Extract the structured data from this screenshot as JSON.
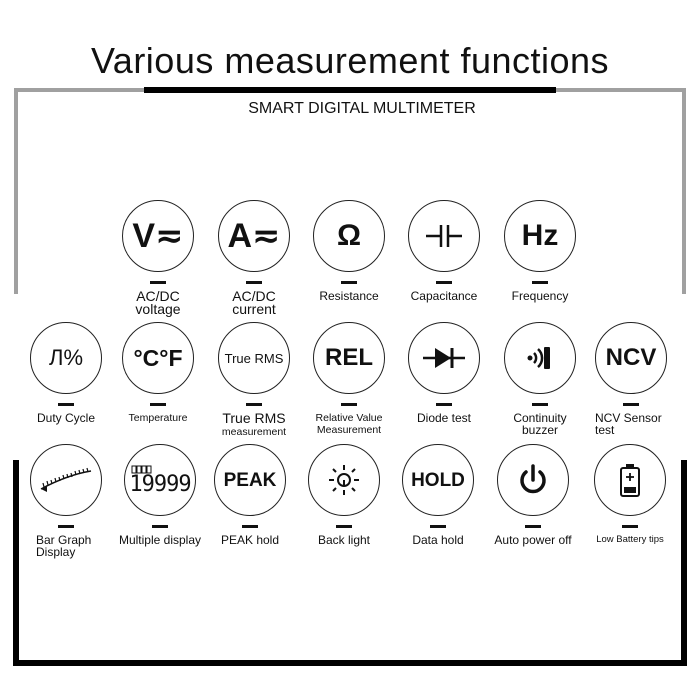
{
  "title": "Various measurement functions",
  "subtitle": "SMART DIGITAL MULTIMETER",
  "colors": {
    "frame_black": "#000000",
    "frame_gray": "#a0a0a0",
    "text": "#111111"
  },
  "functions": [
    {
      "icon": "voltage-icon",
      "glyph": "V≂",
      "label_lines": [
        "AC/DC",
        "voltage"
      ]
    },
    {
      "icon": "current-icon",
      "glyph": "A≂",
      "label_lines": [
        "AC/DC",
        "current"
      ]
    },
    {
      "icon": "resistance-icon",
      "glyph": "Ω",
      "label_lines": [
        "Resistance"
      ]
    },
    {
      "icon": "capacitance-icon",
      "label_lines": [
        "Capacitance"
      ]
    },
    {
      "icon": "frequency-icon",
      "glyph": "Hz",
      "label_lines": [
        "Frequency"
      ]
    },
    {
      "icon": "duty-cycle-icon",
      "glyph": "Л%",
      "label_lines": [
        "Duty Cycle"
      ]
    },
    {
      "icon": "temperature-icon",
      "glyph": "°C°F",
      "label_lines": [
        "Temperature"
      ]
    },
    {
      "icon": "true-rms-icon",
      "glyph": "True RMS",
      "label_lines": [
        "True RMS",
        "measurement"
      ]
    },
    {
      "icon": "relative-value-icon",
      "glyph": "REL",
      "label_lines": [
        "Relative Value",
        "Measurement"
      ]
    },
    {
      "icon": "diode-icon",
      "label_lines": [
        "Diode test"
      ]
    },
    {
      "icon": "continuity-buzzer-icon",
      "label_lines": [
        "Continuity",
        "buzzer"
      ]
    },
    {
      "icon": "ncv-icon",
      "glyph": "NCV",
      "label_lines": [
        "NCV Sensor",
        "test"
      ]
    },
    {
      "icon": "bar-graph-icon",
      "label_lines": [
        "Bar Graph",
        "Display"
      ]
    },
    {
      "icon": "multiple-display-icon",
      "glyph": "19999",
      "label_lines": [
        "Multiple display"
      ]
    },
    {
      "icon": "peak-hold-icon",
      "glyph": "PEAK",
      "label_lines": [
        "PEAK hold"
      ]
    },
    {
      "icon": "backlight-icon",
      "label_lines": [
        "Back light"
      ]
    },
    {
      "icon": "data-hold-icon",
      "glyph": "HOLD",
      "label_lines": [
        "Data hold"
      ]
    },
    {
      "icon": "auto-power-off-icon",
      "label_lines": [
        "Auto power off"
      ]
    },
    {
      "icon": "low-battery-icon",
      "label_lines": [
        "Low Battery tips"
      ]
    }
  ]
}
